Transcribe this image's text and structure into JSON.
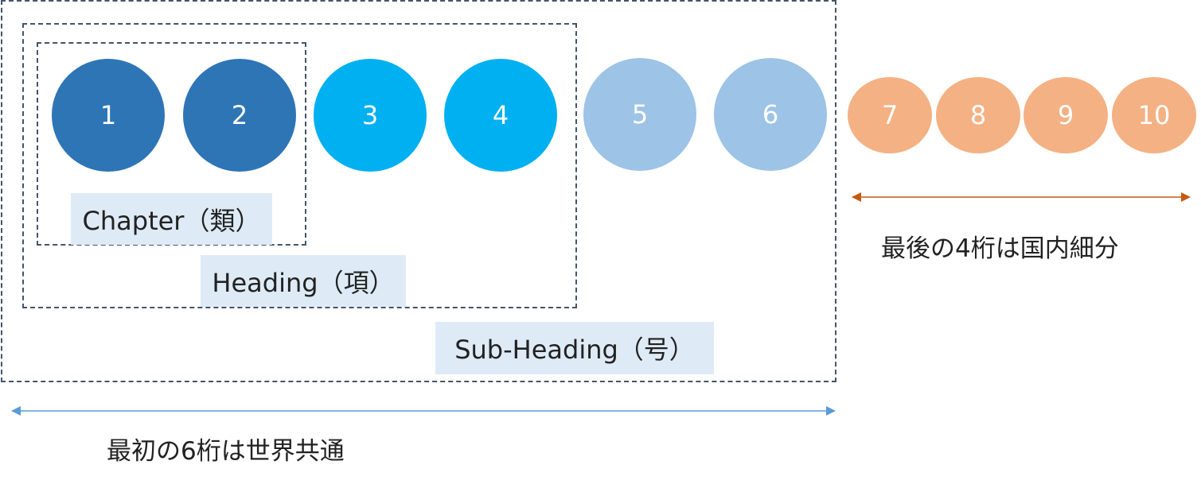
{
  "digits": [
    {
      "label": "1",
      "group": "chapter"
    },
    {
      "label": "2",
      "group": "chapter"
    },
    {
      "label": "3",
      "group": "heading"
    },
    {
      "label": "4",
      "group": "heading"
    },
    {
      "label": "5",
      "group": "subheading"
    },
    {
      "label": "6",
      "group": "subheading"
    },
    {
      "label": "7",
      "group": "national"
    },
    {
      "label": "8",
      "group": "national"
    },
    {
      "label": "9",
      "group": "national"
    },
    {
      "label": "10",
      "group": "national"
    }
  ],
  "labels": {
    "chapter": "Chapter（類）",
    "heading": "Heading（項）",
    "subheading": "Sub-Heading（号）"
  },
  "captions": {
    "global": "最初の6桁は世界共通",
    "national": "最後の4桁は国内細分"
  },
  "colors": {
    "chapter": "#2e75b6",
    "heading": "#00b0f0",
    "subheading": "#9dc3e6",
    "national": "#f4b183",
    "label_bg": "#deebf7",
    "dashed_border": "#44546a",
    "arrow_global": "#5b9bd5",
    "arrow_national": "#c55a11"
  }
}
